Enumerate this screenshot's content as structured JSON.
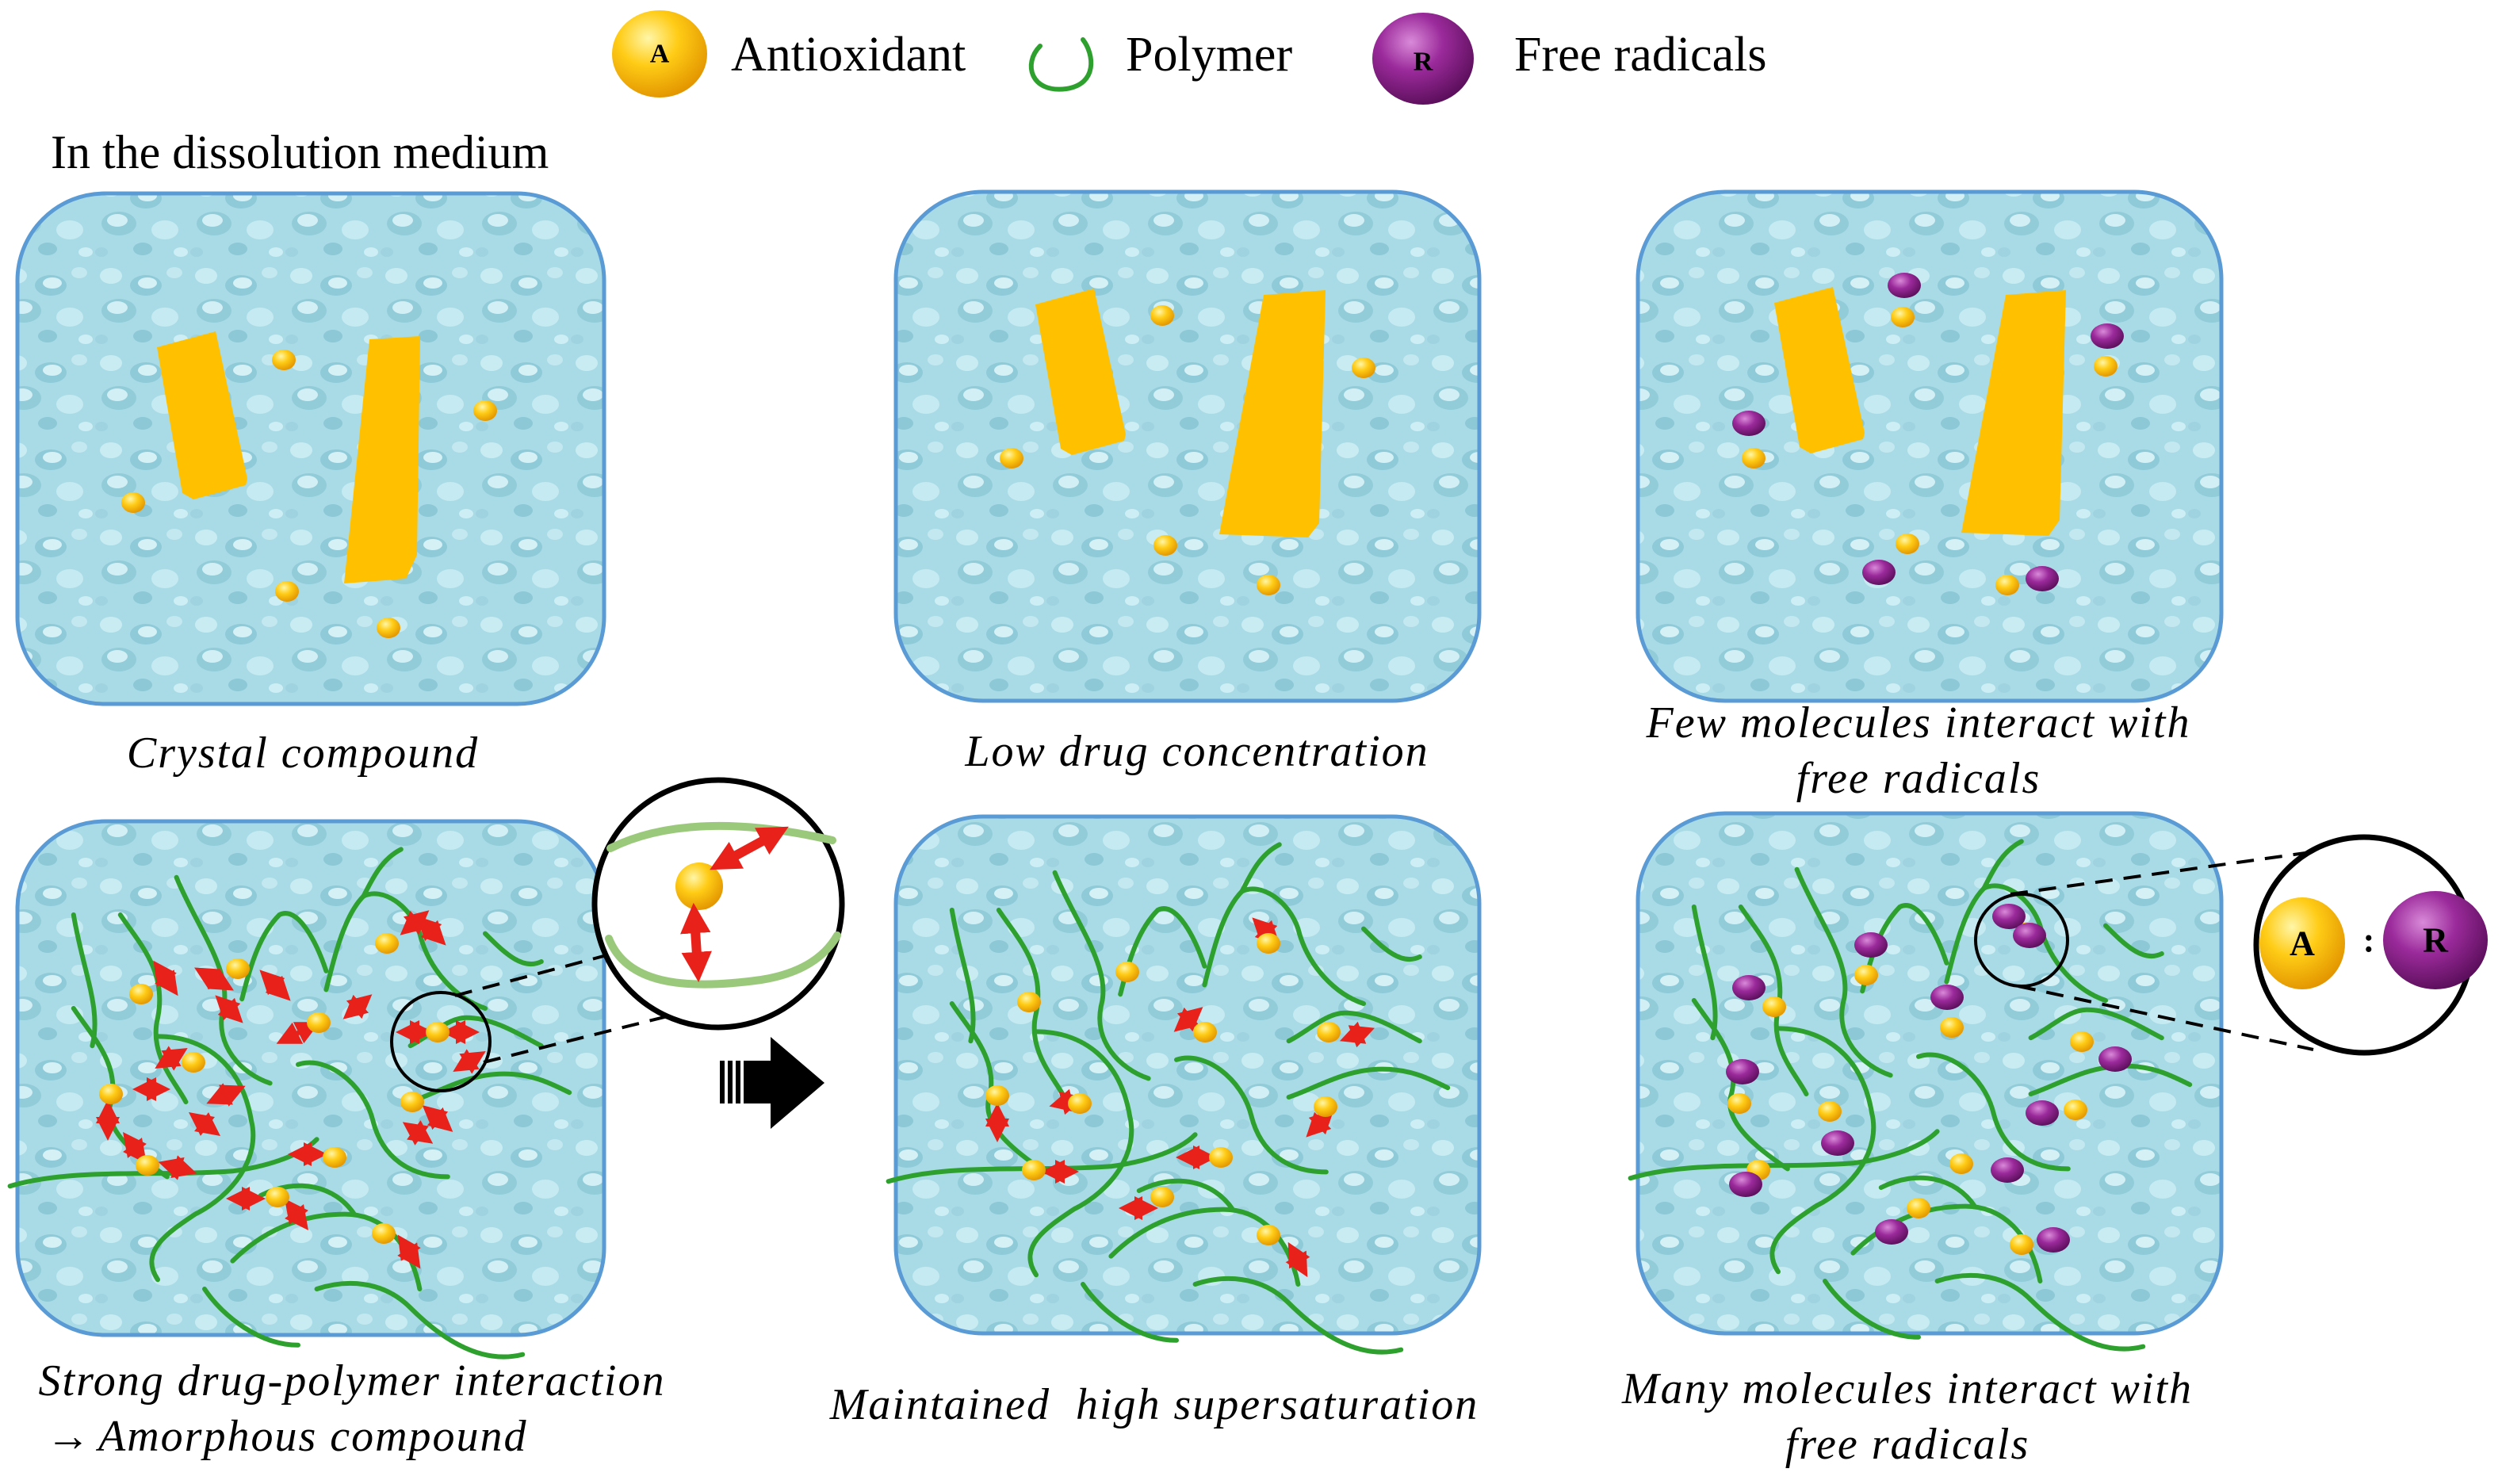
{
  "legend": {
    "antioxidant_symbol": "A",
    "antioxidant_label": "Antioxidant",
    "polymer_label": "Polymer",
    "radical_symbol": "R",
    "radical_label": "Free radicals"
  },
  "heading": "In the dissolution medium",
  "panels": {
    "top_left_caption": "Crystal compound",
    "top_middle_caption": "Low drug concentration",
    "top_right_caption_line1": "Few molecules interact with",
    "top_right_caption_line2": "free radicals",
    "bottom_left_caption_line1": "Strong drug-polymer interaction",
    "bottom_left_caption_line2": "Amorphous compound",
    "bottom_left_caption_arrow": "→",
    "bottom_middle_caption": "Maintained  high supersaturation",
    "bottom_right_caption_line1": "Many molecules interact with",
    "bottom_right_caption_line2": "free radicals"
  },
  "zoom_right": {
    "left_symbol": "A",
    "separator": ":",
    "right_symbol": "R"
  },
  "colors": {
    "water": "#a9dbe6",
    "panel_border": "#5b9bd5",
    "crystal": "#ffc000",
    "antioxidant": "#ffc000",
    "radical": "#8b1e8b",
    "polymer": "#2ea02e",
    "interaction_arrow": "#e8221b"
  }
}
